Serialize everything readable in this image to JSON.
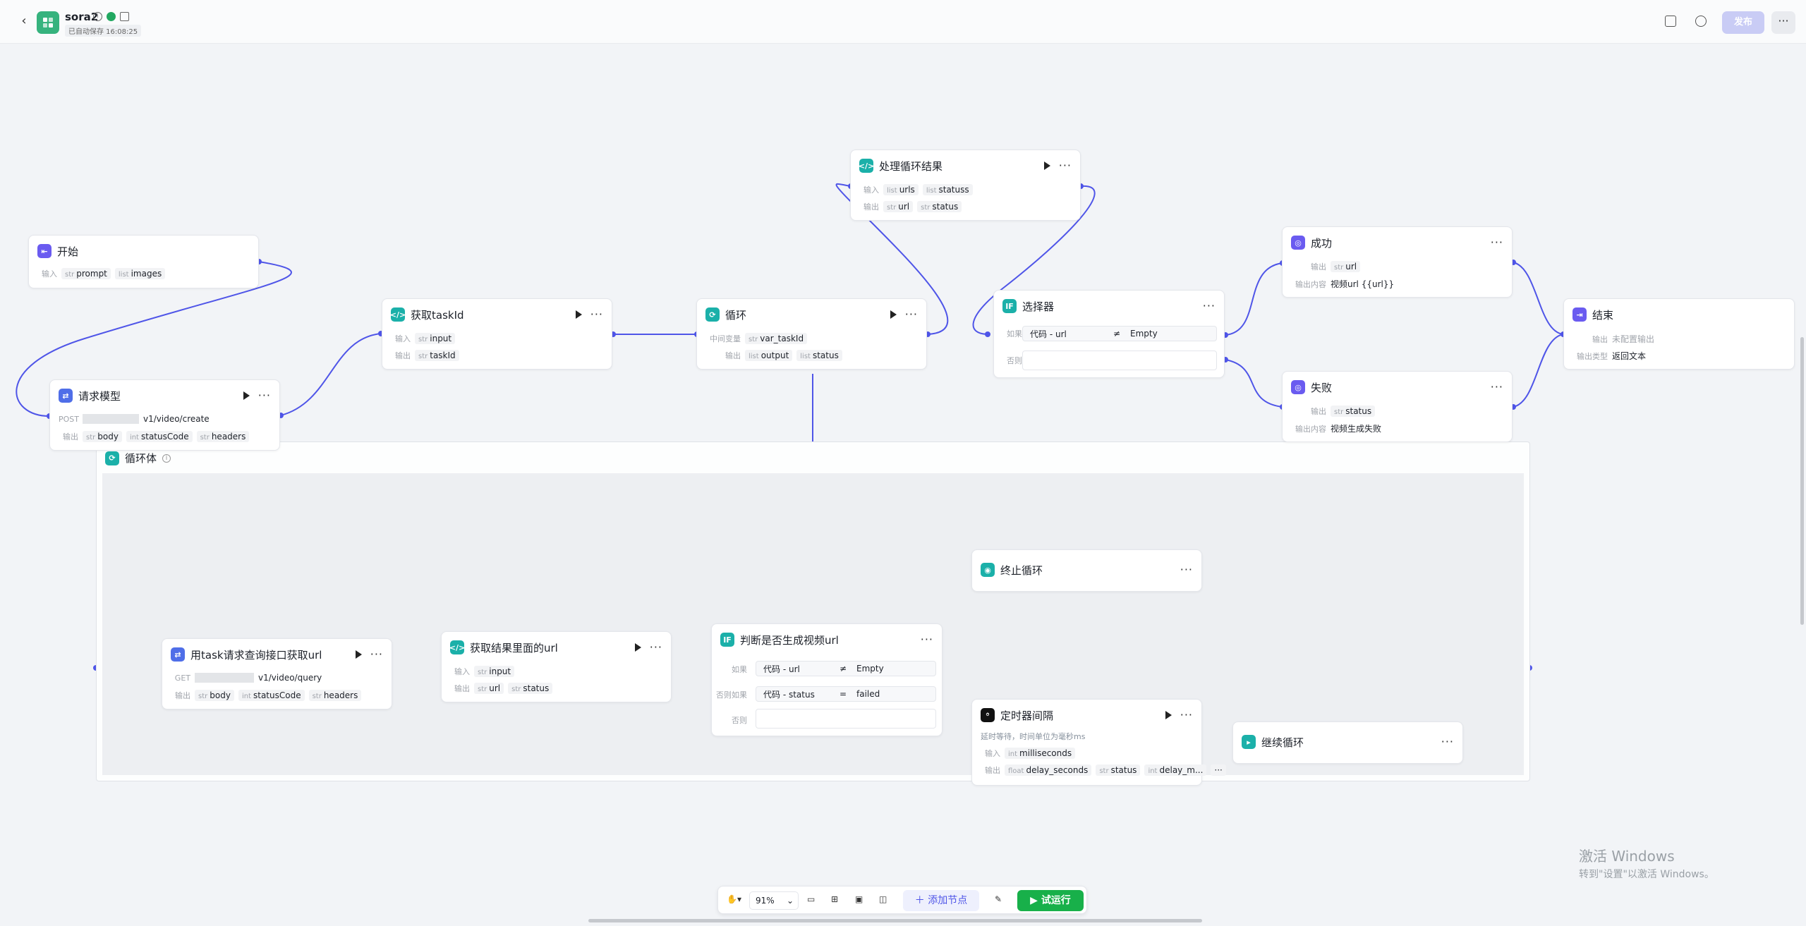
{
  "header": {
    "title": "sora2",
    "autosave": "已自动保存 16:08:25",
    "publish_label": "发布"
  },
  "nodes": {
    "start": {
      "title": "开始",
      "input_label": "输入",
      "params": [
        {
          "type": "str",
          "name": "prompt"
        },
        {
          "type": "list",
          "name": "images"
        }
      ]
    },
    "request": {
      "title": "请求模型",
      "method": "POST",
      "url": "v1/video/create",
      "output_label": "输出",
      "outputs": [
        {
          "type": "str",
          "name": "body"
        },
        {
          "type": "int",
          "name": "statusCode"
        },
        {
          "type": "str",
          "name": "headers"
        }
      ]
    },
    "get_task": {
      "title": "获取taskId",
      "input_label": "输入",
      "input": {
        "type": "str",
        "name": "input"
      },
      "output_label": "输出",
      "output": {
        "type": "str",
        "name": "taskId"
      }
    },
    "loop": {
      "title": "循环",
      "mid_label": "中间变量",
      "mid": {
        "type": "str",
        "name": "var_taskId"
      },
      "output_label": "输出",
      "outputs": [
        {
          "type": "list",
          "name": "output"
        },
        {
          "type": "list",
          "name": "status"
        }
      ]
    },
    "process": {
      "title": "处理循环结果",
      "input_label": "输入",
      "inputs": [
        {
          "type": "list",
          "name": "urls"
        },
        {
          "type": "list",
          "name": "statuss"
        }
      ],
      "output_label": "输出",
      "outputs": [
        {
          "type": "str",
          "name": "url"
        },
        {
          "type": "str",
          "name": "status"
        }
      ]
    },
    "selector": {
      "title": "选择器",
      "if_label": "如果",
      "cond_left": "代码 - url",
      "cond_op": "≠",
      "cond_right": "Empty",
      "else_label": "否则"
    },
    "success": {
      "title": "成功",
      "output_label": "输出",
      "output": {
        "type": "str",
        "name": "url"
      },
      "content_label": "输出内容",
      "content": "视频url {{url}}"
    },
    "fail": {
      "title": "失败",
      "output_label": "输出",
      "output": {
        "type": "str",
        "name": "status"
      },
      "content_label": "输出内容",
      "content": "视频生成失败"
    },
    "end": {
      "title": "结束",
      "output_label": "输出",
      "output": "未配置输出",
      "type_label": "输出类型",
      "type": "返回文本"
    },
    "loopbody": {
      "title": "循环体"
    },
    "query": {
      "title": "用task请求查询接口获取url",
      "method": "GET",
      "url": "v1/video/query",
      "output_label": "输出",
      "outputs": [
        {
          "type": "str",
          "name": "body"
        },
        {
          "type": "int",
          "name": "statusCode"
        },
        {
          "type": "str",
          "name": "headers"
        }
      ]
    },
    "get_url": {
      "title": "获取结果里面的url",
      "input_label": "输入",
      "input": {
        "type": "str",
        "name": "input"
      },
      "output_label": "输出",
      "outputs": [
        {
          "type": "str",
          "name": "url"
        },
        {
          "type": "str",
          "name": "status"
        }
      ]
    },
    "judge": {
      "title": "判断是否生成视频url",
      "if_label": "如果",
      "c1_left": "代码 - url",
      "c1_op": "≠",
      "c1_right": "Empty",
      "elseif_label": "否则如果",
      "c2_left": "代码 - status",
      "c2_op": "=",
      "c2_right": "failed",
      "else_label": "否则"
    },
    "stop": {
      "title": "终止循环"
    },
    "timer": {
      "title": "定时器间隔",
      "desc": "延时等待，时间单位为毫秒ms",
      "input_label": "输入",
      "input": {
        "type": "int",
        "name": "milliseconds"
      },
      "output_label": "输出",
      "outputs": [
        {
          "type": "float",
          "name": "delay_seconds"
        },
        {
          "type": "str",
          "name": "status"
        },
        {
          "type": "int",
          "name": "delay_m..."
        }
      ]
    },
    "continue": {
      "title": "继续循环"
    }
  },
  "toolbar": {
    "zoom": "91%",
    "add_node": "添加节点",
    "run": "试运行"
  },
  "watermark": {
    "line1": "激活 Windows",
    "line2": "转到\"设置\"以激活 Windows。"
  },
  "colors": {
    "accent": "#4f55e8",
    "run": "#18b04a",
    "edge": "#4f55e8"
  }
}
